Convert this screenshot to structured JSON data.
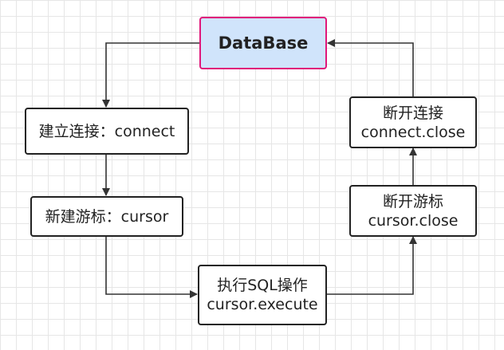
{
  "diagram": {
    "colors": {
      "grid": "#e6e6e6",
      "node_border": "#222222",
      "node_fill": "#ffffff",
      "db_fill": "#d0e4fb",
      "db_border": "#e0187a",
      "edge": "#333333"
    },
    "nodes": {
      "database": {
        "label": "DataBase"
      },
      "connect": {
        "label": "建立连接：connect"
      },
      "cursor": {
        "label": "新建游标：cursor"
      },
      "execute": {
        "line1": "执行SQL操作",
        "line2": "cursor.execute"
      },
      "cursor_close": {
        "line1": "断开游标",
        "line2": "cursor.close"
      },
      "connect_close": {
        "line1": "断开连接",
        "line2": "connect.close"
      }
    },
    "edges": [
      {
        "from": "database",
        "to": "connect"
      },
      {
        "from": "connect",
        "to": "cursor"
      },
      {
        "from": "cursor",
        "to": "execute"
      },
      {
        "from": "execute",
        "to": "cursor_close"
      },
      {
        "from": "cursor_close",
        "to": "connect_close"
      },
      {
        "from": "connect_close",
        "to": "database"
      }
    ]
  }
}
